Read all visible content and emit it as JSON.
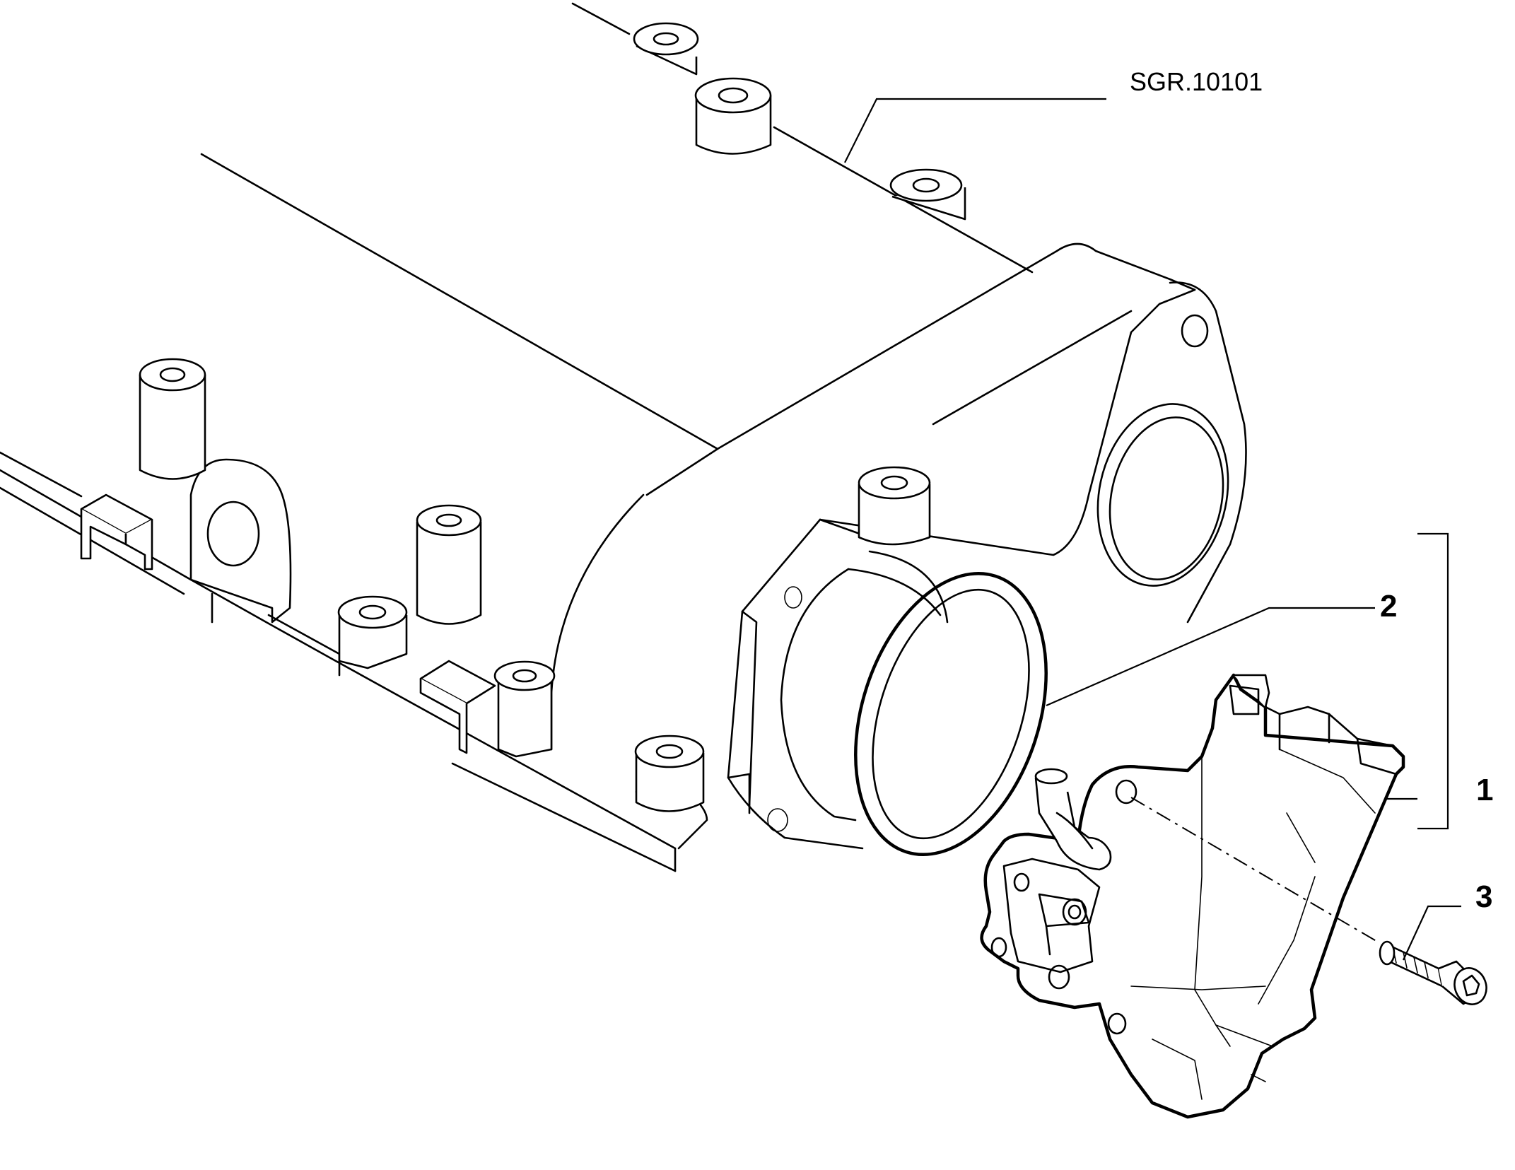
{
  "reference_code": "SGR.10101",
  "callouts": [
    {
      "number": "1"
    },
    {
      "number": "2"
    },
    {
      "number": "3"
    }
  ]
}
